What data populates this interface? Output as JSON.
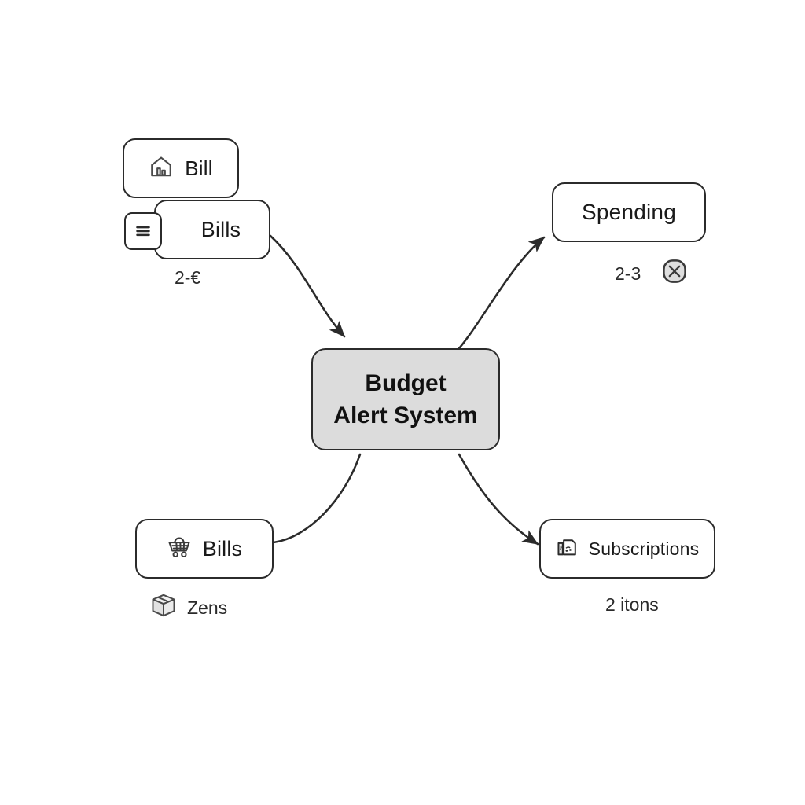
{
  "diagram": {
    "title": "Budget Alert System mind map",
    "background_color": "#ffffff",
    "stroke_color": "#2b2b2b",
    "center_fill_color": "#dcdcdc",
    "text_color": "#1a1a1a"
  },
  "center": {
    "line1": "Budget",
    "line2": "Alert System"
  },
  "nodes": {
    "bill": {
      "label": "Bill",
      "icon": "home-chart-icon"
    },
    "bills_top": {
      "label": "Bills",
      "icon": "list-lines-icon",
      "caption": "2-€"
    },
    "spending": {
      "label": "Spending",
      "caption": "2-3",
      "caption_icon": "circle-x-icon"
    },
    "bills_bottom": {
      "label": "Bills",
      "icon": "shopping-cart-icon",
      "caption": "Zens",
      "caption_icon": "package-box-icon"
    },
    "subscriptions": {
      "label": "Subscriptions",
      "icon": "documents-icon",
      "caption": "2 itons"
    }
  },
  "edges": [
    {
      "name": "bills-top-to-center",
      "from": "bills_top",
      "to": "center",
      "arrow": true
    },
    {
      "name": "center-to-spending",
      "from": "center",
      "to": "spending",
      "arrow": true
    },
    {
      "name": "bills-bottom-to-center",
      "from": "bills_bottom",
      "to": "center",
      "arrow": false
    },
    {
      "name": "center-to-subscriptions",
      "from": "center",
      "to": "subscriptions",
      "arrow": true
    }
  ]
}
